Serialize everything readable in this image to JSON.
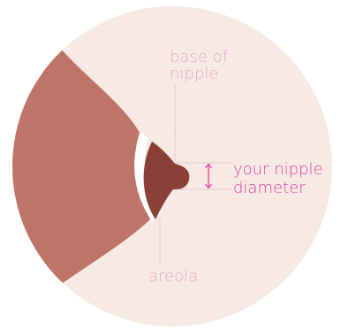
{
  "labels": {
    "base_line1": "base of",
    "base_line2": "nipple",
    "diameter_line1": "your nipple",
    "diameter_line2": "diameter",
    "areola": "areola"
  },
  "colors": {
    "background_circle": "#f7e9e4",
    "breast": "#be7469",
    "areola": "#8a3f37",
    "gap": "#ffffff",
    "label_light_pink": "#e3a9c9",
    "label_magenta": "#e0409f",
    "guide_line": "#d9a7bd"
  }
}
